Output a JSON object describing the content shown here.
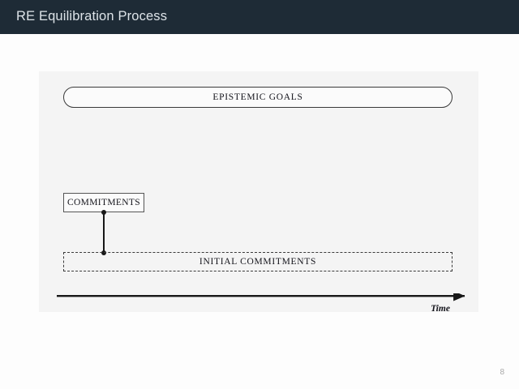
{
  "header": {
    "title": "RE Equilibration Process",
    "background_color": "#1e2b36",
    "text_color": "#dde3e8"
  },
  "diagram": {
    "panel_color": "#f4f4f4",
    "nodes": [
      {
        "id": "epistemic-goals",
        "label": "EPISTEMIC GOALS",
        "shape": "stadium",
        "border_style": "solid",
        "border_color": "#3a3a3a"
      },
      {
        "id": "commitments",
        "label": "COMMITMENTS",
        "shape": "rectangle",
        "border_style": "solid",
        "border_color": "#555555"
      },
      {
        "id": "initial-commitments",
        "label": "INITIAL COMMITMENTS",
        "shape": "rectangle",
        "border_style": "dashed",
        "border_color": "#3a3a3a"
      }
    ],
    "connectors": [
      {
        "id": "commitments-to-initial",
        "from": "commitments",
        "to": "initial-commitments",
        "orientation": "vertical",
        "endpoint_markers": "dot",
        "color": "#171717"
      }
    ],
    "axis": {
      "id": "time-axis",
      "label": "Time",
      "orientation": "horizontal",
      "direction": "right",
      "arrowhead": true,
      "color": "#171717"
    }
  },
  "footer": {
    "page_number": "8",
    "color": "#a9a9a9"
  }
}
